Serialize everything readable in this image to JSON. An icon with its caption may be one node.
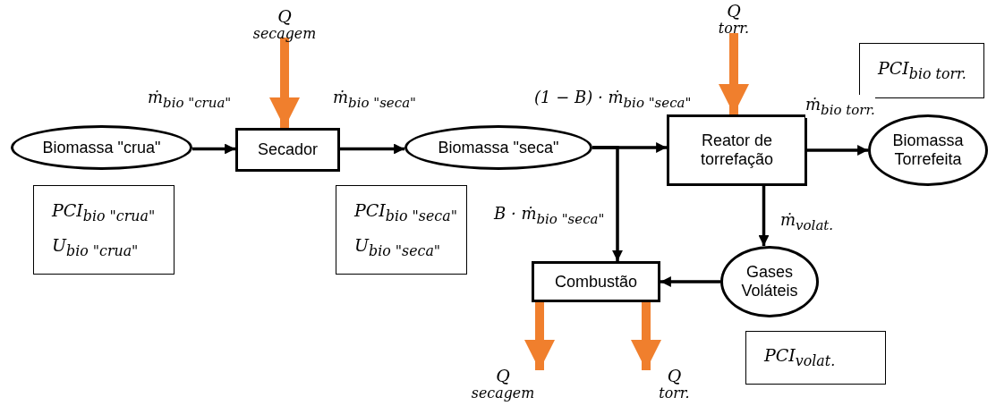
{
  "diagram": {
    "nodes": [
      {
        "text": [
          "Q$_{secagem}$"
        ]
      },
      {
        "text": [
          "Biomassa \"crua\""
        ]
      },
      {
        "text": [
          "Secador"
        ]
      },
      {
        "text": [
          "Biomassa \"seca\""
        ]
      },
      {
        "text": [
          "Q$_{torr.}$"
        ]
      },
      {
        "text": [
          "Reator de torrefação"
        ]
      },
      {
        "text": [
          "Biomassa Torrefeita"
        ]
      },
      {
        "text": [
          "PCI$_{bio torr.}$"
        ]
      },
      {
        "text": [
          "PCI$_{bio \"crua\"}$",
          "U$_{bio \"crua\"}$"
        ]
      },
      {
        "text": [
          "PCI$_{bio \"seca\"}$",
          "U$_{bio \"seca\"}$"
        ]
      },
      {
        "text": [
          "Combustão"
        ]
      },
      {
        "text": [
          "Gases Voláteis"
        ]
      },
      {
        "text": [
          "PCI$_{volat.}$"
        ]
      },
      {
        "text": [
          "Q$_{secagem}$"
        ]
      },
      {
        "text": [
          "Q$_{torr.}$"
        ]
      }
    ],
    "edges": [
      {
        "from": 0,
        "to": 2,
        "arrow": "to",
        "style": "thick",
        "color": "#f07f2d"
      },
      {
        "from": 1,
        "to": 2,
        "arrow": "to",
        "label": "ṁ$_{bio \"crua\"}$"
      },
      {
        "from": 2,
        "to": 3,
        "arrow": "to",
        "label": "ṁ$_{bio \"seca\"}$"
      },
      {
        "from": 3,
        "to": 5,
        "arrow": "to",
        "label": "(1 − B) · ṁ$_{bio \"seca\"}$"
      },
      {
        "from": 3,
        "to": 10,
        "arrow": "to",
        "label": "B · ṁ$_{bio \"seca\"}$"
      },
      {
        "from": 4,
        "to": 5,
        "arrow": "to",
        "style": "thick",
        "color": "#f07f2d"
      },
      {
        "from": 5,
        "to": 6,
        "arrow": "to",
        "label": "ṁ$_{bio torr.}$"
      },
      {
        "from": 5,
        "to": 11,
        "arrow": "to",
        "label": "ṁ$_{volat.}$"
      },
      {
        "from": 11,
        "to": 10,
        "arrow": "to"
      },
      {
        "from": 10,
        "to": 13,
        "arrow": "to",
        "style": "thick",
        "color": "#f07f2d"
      },
      {
        "from": 10,
        "to": 14,
        "arrow": "to",
        "style": "thick",
        "color": "#f07f2d"
      }
    ]
  }
}
